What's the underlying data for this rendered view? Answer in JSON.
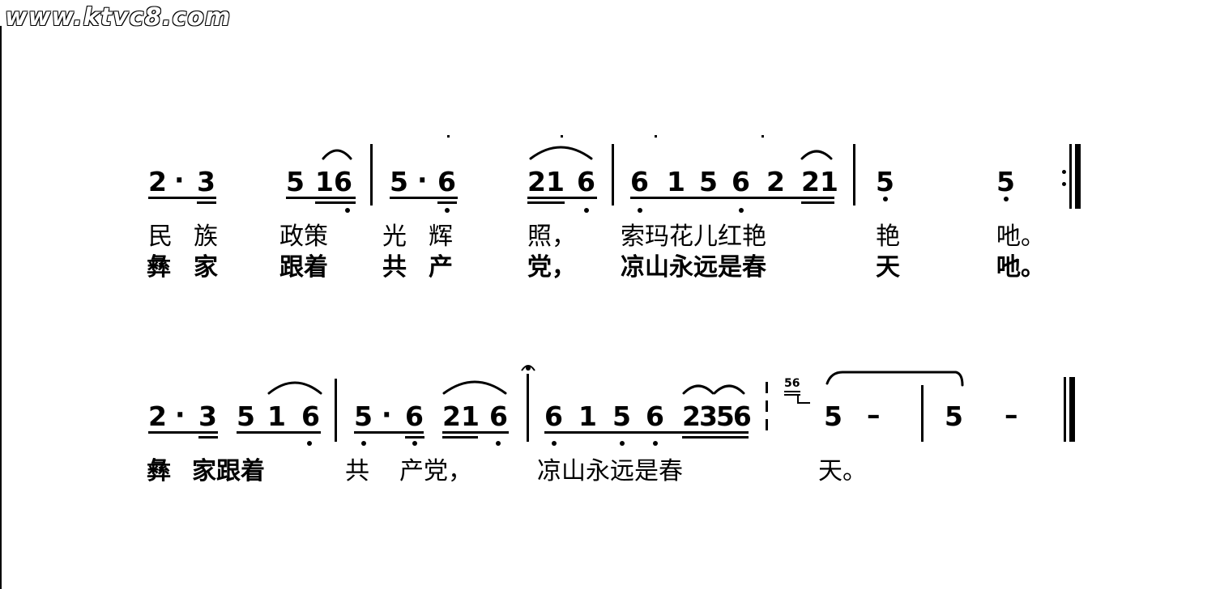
{
  "watermark": "www.ktvc8.com",
  "line1": {
    "notes": [
      "2",
      "·",
      "3",
      "5",
      "16",
      "5",
      "·",
      "6",
      "21",
      "6",
      "6",
      "1",
      "5",
      "6",
      "2",
      "21",
      "5",
      "5"
    ],
    "lyrics_verse1": [
      "民",
      "族",
      "政策",
      "光",
      "辉",
      "照，",
      "索玛花儿红艳",
      "艳",
      "吔。"
    ],
    "lyrics_verse2": [
      "彝",
      "家",
      "跟着",
      "共",
      "产",
      "党，",
      "凉山永远是春",
      "天",
      "吔。"
    ]
  },
  "line2": {
    "notes": [
      "2",
      "·",
      "3",
      "5",
      "1",
      "6",
      "5",
      "·",
      "6",
      "21",
      "6",
      "6",
      "1",
      "5",
      "6",
      "2356",
      "5",
      "–",
      "5",
      "–"
    ],
    "grace": "56",
    "lyrics": [
      "彝",
      "家跟着",
      "共",
      "产党，",
      "凉山永远是春",
      "天。"
    ]
  }
}
